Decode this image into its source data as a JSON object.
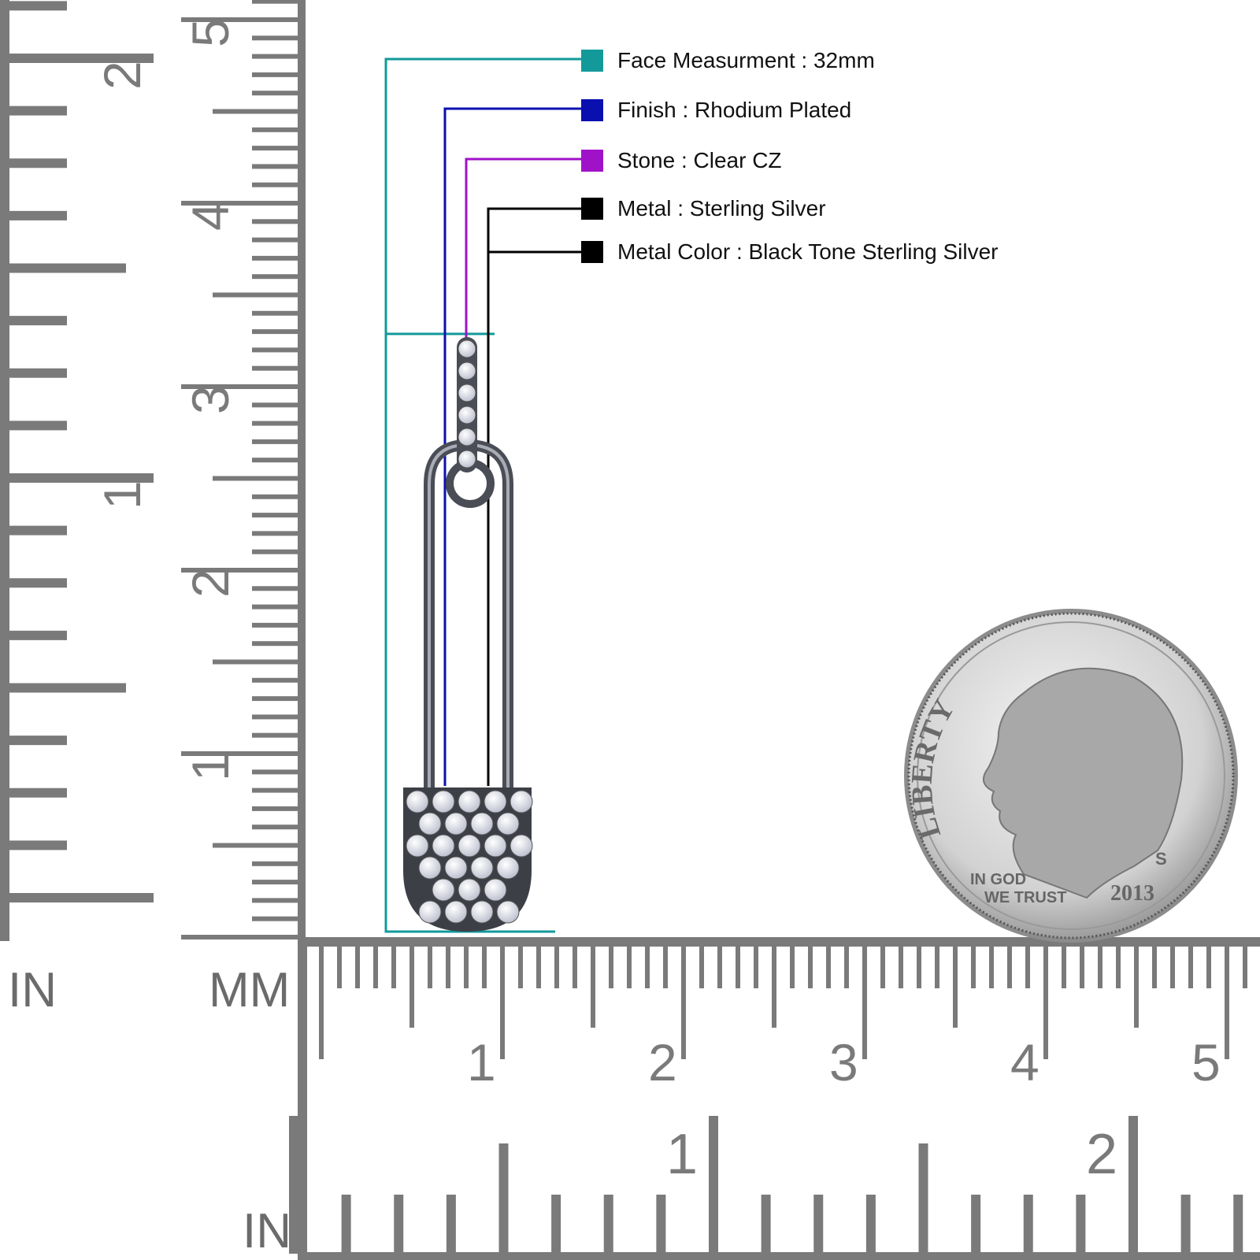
{
  "legend": [
    {
      "label": "Face Measurment : 32mm",
      "color": "#13999a"
    },
    {
      "label": "Finish : Rhodium Plated",
      "color": "#0a0fb0"
    },
    {
      "label": "Stone : Clear CZ",
      "color": "#a012c8"
    },
    {
      "label": "Metal : Sterling Silver",
      "color": "#000000"
    },
    {
      "label": "Metal Color : Black Tone Sterling Silver",
      "color": "#000000"
    }
  ],
  "rulers": {
    "left_unit_in": "IN",
    "left_unit_mm": "MM",
    "bottom_unit_in": "IN",
    "left_inch_labels": [
      "1",
      "2"
    ],
    "left_cm_labels": [
      "1",
      "2",
      "3",
      "4",
      "5"
    ],
    "bottom_cm_labels": [
      "1",
      "2",
      "3",
      "4",
      "5"
    ],
    "bottom_inch_labels": [
      "1",
      "2"
    ],
    "color": "#7a7a7a"
  },
  "coin": {
    "legend_top": "LIBERTY",
    "motto_line1": "IN GOD",
    "motto_line2": "WE TRUST",
    "year": "2013",
    "mint_mark": "S"
  }
}
